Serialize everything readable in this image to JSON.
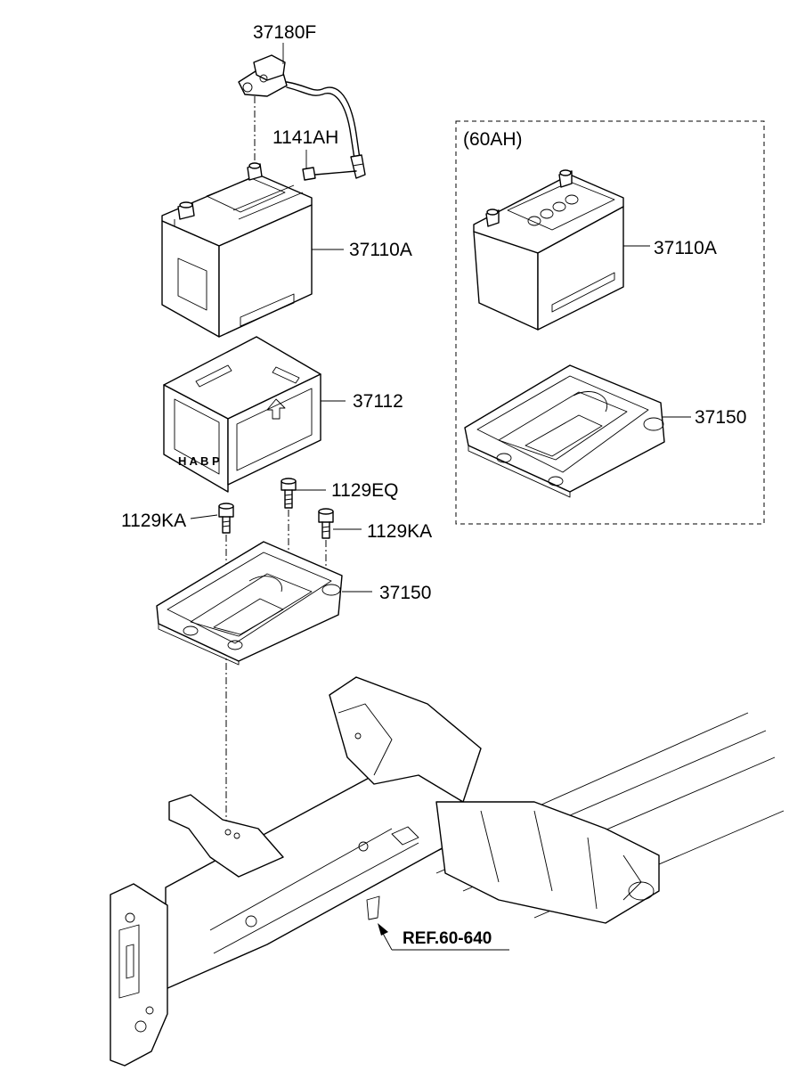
{
  "labels": {
    "cable": "37180F",
    "screw": "1141AH",
    "battery": "37110A",
    "insulation_pad": "37112",
    "bolt_center": "1129EQ",
    "bolt_left": "1129KA",
    "bolt_right": "1129KA",
    "tray": "37150",
    "option_battery": "37110A",
    "option_tray": "37150",
    "option_group": "(60AH)",
    "reference": "REF.60-640"
  },
  "colors": {
    "line": "#000000",
    "background": "#ffffff"
  }
}
